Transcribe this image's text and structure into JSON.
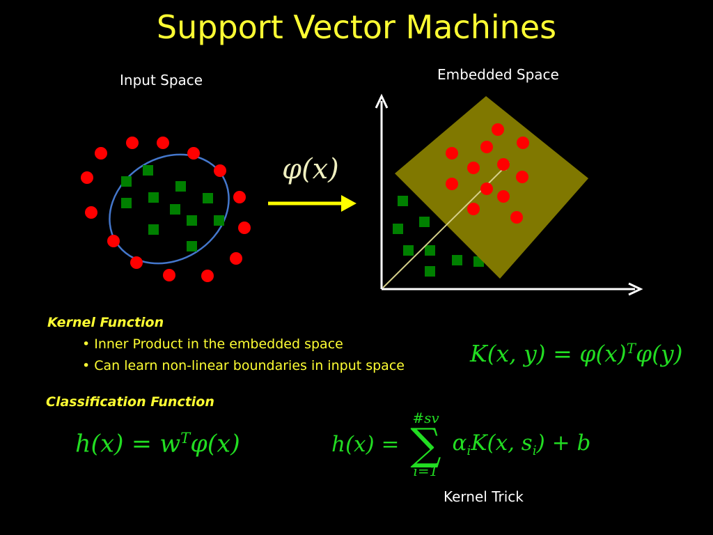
{
  "slide": {
    "title": "Support Vector Machines"
  },
  "diagram": {
    "input_space_label": "Input Space",
    "embedded_space_label": "Embedded Space",
    "mapping_label": "φ(x)",
    "colors": {
      "positive_class": "#ff0000",
      "negative_class": "#008000",
      "boundary": "#4477cc",
      "hyperplane": "#807800",
      "arrow": "#ffff00",
      "axes": "#ffffff"
    }
  },
  "kernel_section": {
    "heading": "Kernel Function",
    "bullets": [
      "• Inner Product in the embedded space",
      "• Can learn non-linear boundaries in input space"
    ],
    "formula": {
      "lhs": "K(x, y)",
      "eq": "=",
      "phi1": "φ(x)",
      "sup": "T",
      "phi2": "φ(y)"
    }
  },
  "classification_section": {
    "heading": "Classification Function",
    "formula_primal": {
      "lhs": "h(x)",
      "eq": "=",
      "w": "w",
      "sup": "T",
      "phi": "φ(x)"
    },
    "formula_dual": {
      "lhs": "h(x)",
      "eq": "=",
      "sum_upper": "#sv",
      "sum_lower": "i=1",
      "alpha": "α",
      "alpha_sub": "i",
      "kernel": "K(x, s",
      "s_sub": "i",
      "tail": ") + b"
    },
    "kernel_trick_label": "Kernel Trick"
  }
}
